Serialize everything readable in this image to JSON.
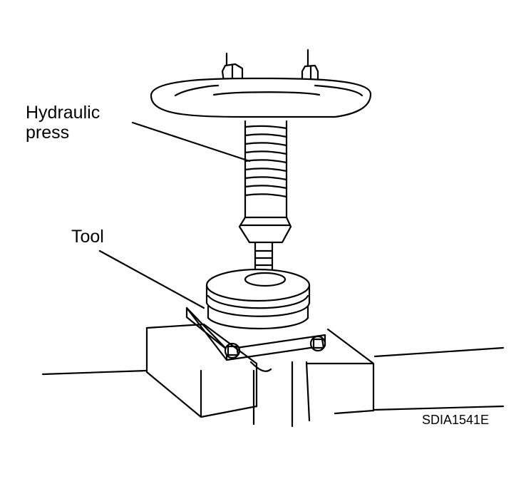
{
  "labels": {
    "hydraulic_press_line1": "Hydraulic",
    "hydraulic_press_line2": "press",
    "tool": "Tool",
    "figure_code": "SDIA1541E"
  },
  "colors": {
    "ink": "#000000",
    "paper": "#ffffff"
  }
}
